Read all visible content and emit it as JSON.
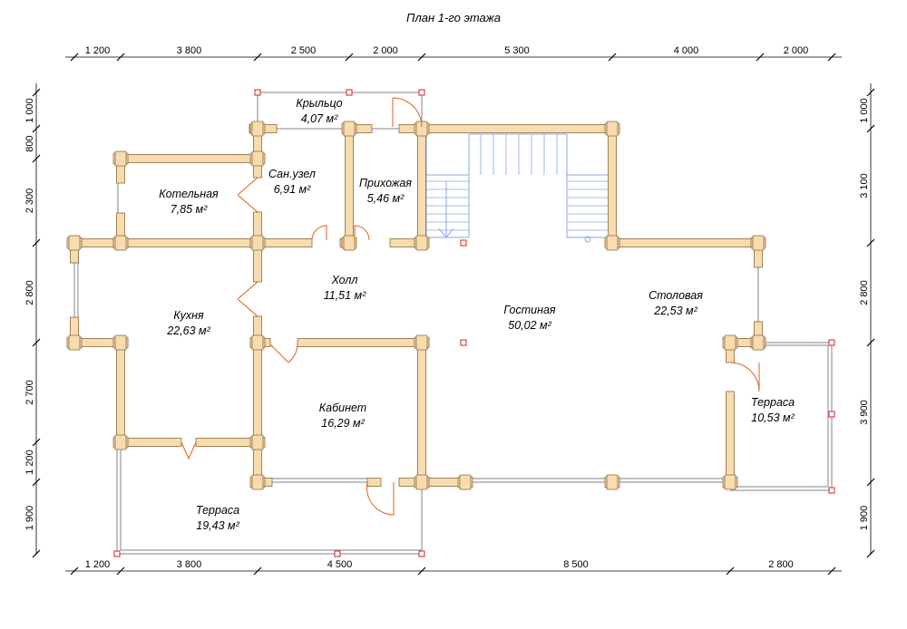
{
  "title": "План 1-го этажа",
  "dims_top": [
    "1 200",
    "3 800",
    "2 500",
    "2 000",
    "5 300",
    "4 000",
    "2 000"
  ],
  "dims_bottom": [
    "1 200",
    "3 800",
    "4 500",
    "8 500",
    "2 800"
  ],
  "dims_left": [
    "1 000",
    "800",
    "2 300",
    "2 800",
    "2 700",
    "1 200",
    "1 900"
  ],
  "dims_right": [
    "1 000",
    "3 100",
    "2 800",
    "3 900",
    "1 900"
  ],
  "rooms": [
    {
      "name": "Крыльцо",
      "area": "4,07 м²"
    },
    {
      "name": "Сан.узел",
      "area": "6,91 м²"
    },
    {
      "name": "Прихожая",
      "area": "5,46 м²"
    },
    {
      "name": "Котельная",
      "area": "7,85 м²"
    },
    {
      "name": "Холл",
      "area": "11,51 м²"
    },
    {
      "name": "Кухня",
      "area": "22,63 м²"
    },
    {
      "name": "Гостиная",
      "area": "50,02 м²"
    },
    {
      "name": "Столовая",
      "area": "22,53 м²"
    },
    {
      "name": "Кабинет",
      "area": "16,29 м²"
    },
    {
      "name": "Терраса",
      "area": "10,53 м²"
    },
    {
      "name": "Терраса",
      "area": "19,43 м²"
    }
  ],
  "colors": {
    "wall": "#f7dcb0",
    "wall_stroke": "#8a6a3a",
    "door": "#e0601a",
    "stair": "#8aa4e8",
    "post": "#d62020"
  }
}
